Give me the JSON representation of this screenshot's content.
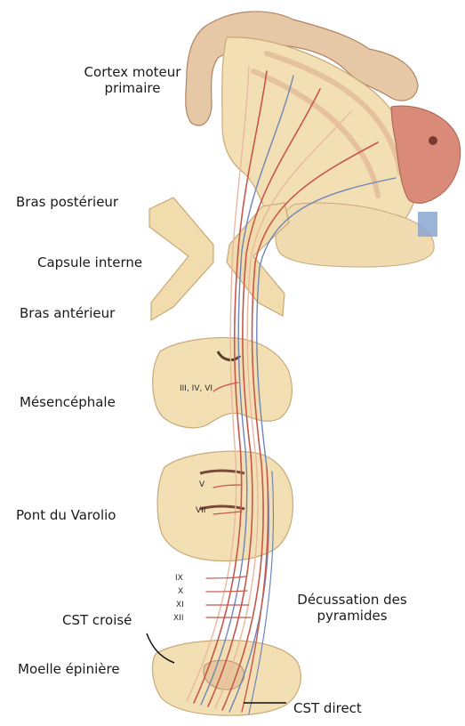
{
  "labels": {
    "cortex": [
      "Cortex moteur",
      "primaire"
    ],
    "bras_posterieur": "Bras postérieur",
    "capsule_interne": "Capsule interne",
    "bras_anterieur": "Bras antérieur",
    "mesencephale": "Mésencéphale",
    "pont": "Pont du Varolio",
    "decussation": [
      "Décussation des",
      "pyramides"
    ],
    "cst_croise": "CST croisé",
    "moelle": "Moelle épinière",
    "cst_direct": "CST direct"
  },
  "nuclei": {
    "mesencephale": "III, IV, VI",
    "pont_v": "V",
    "pont_vii": "VII",
    "bulbe": [
      "IX",
      "X",
      "XI",
      "XII"
    ]
  },
  "colors": {
    "tissue": "#f3dfb4",
    "tissue_edge": "#c9a878",
    "fiber_red": "#c8574a",
    "fiber_blue": "#6e86b8",
    "fiber_light": "#e8b8a2",
    "face": "#d98a78",
    "ink": "#1a1a1a"
  }
}
